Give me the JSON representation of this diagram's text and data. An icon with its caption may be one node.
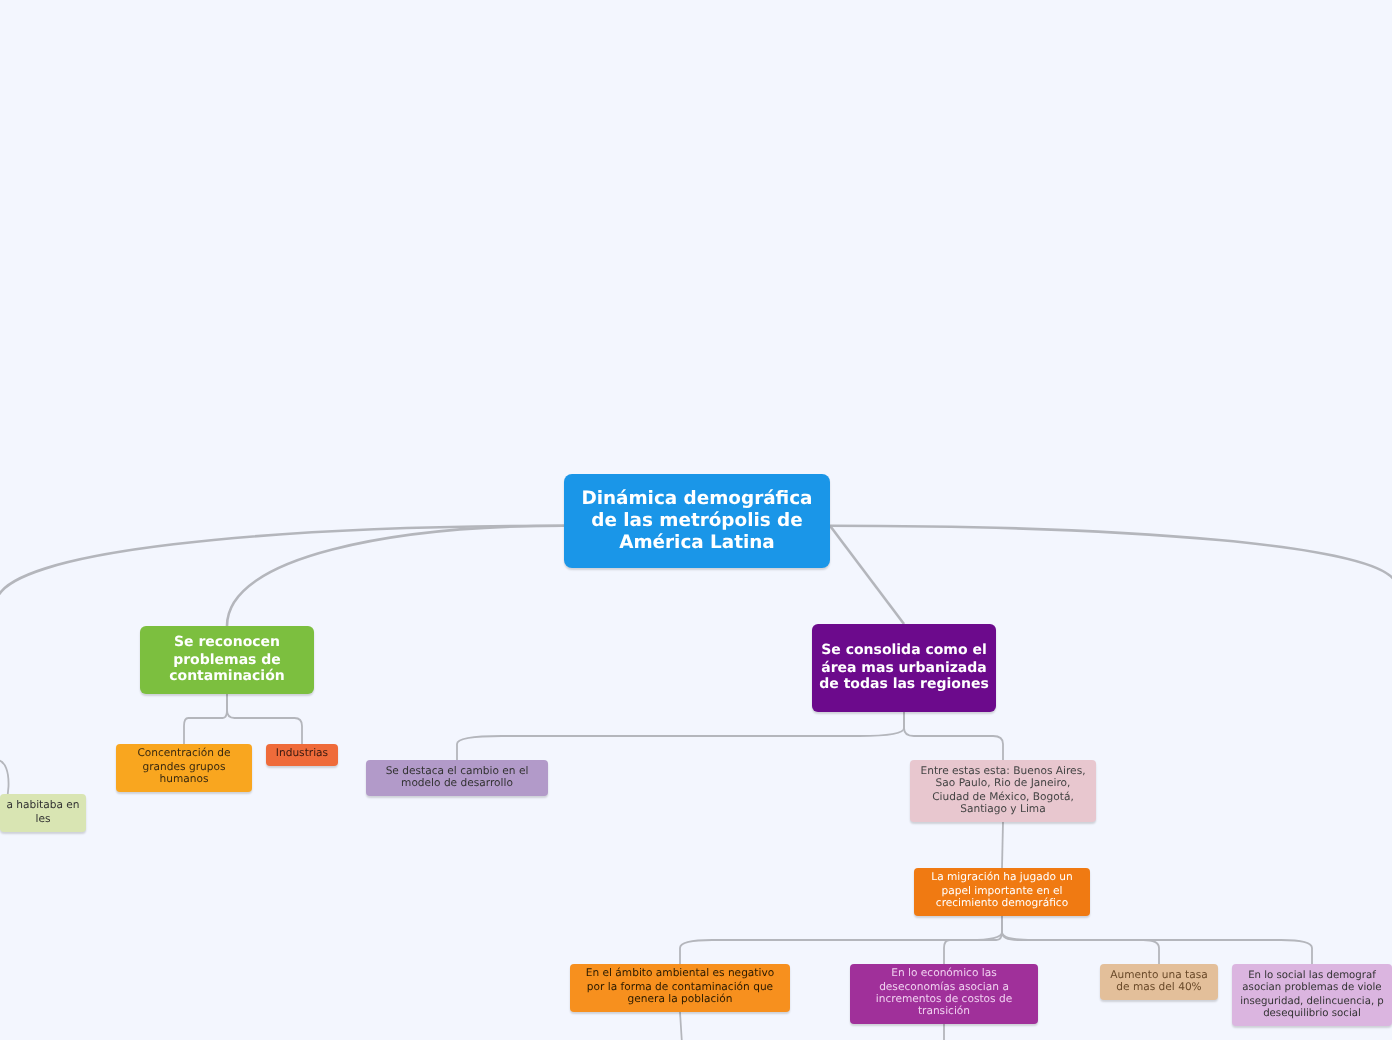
{
  "diagram": {
    "nodes": [
      {
        "text": [
          "Dinámica demográfica de las metrópolis de América Latina"
        ]
      },
      {
        "text": [
          "Se reconocen problemas de contaminación"
        ]
      },
      {
        "text": [
          "Concentración de grandes grupos humanos"
        ]
      },
      {
        "text": [
          "Industrias"
        ]
      },
      {
        "text": [
          "a habitaba en les"
        ]
      },
      {
        "text": [
          "Se consolida como el área mas urbanizada de todas las regiones"
        ]
      },
      {
        "text": [
          "Se destaca el cambio en el modelo de desarrollo"
        ]
      },
      {
        "text": [
          "Entre estas esta: Buenos Aires, Sao Paulo, Rio de Janeiro, Ciudad de México, Bogotá, Santiago y Lima"
        ]
      },
      {
        "text": [
          "La migración ha jugado un papel importante en el crecimiento demográfico"
        ]
      },
      {
        "text": [
          "En el ámbito ambiental es negativo por la forma de contaminación que genera la población"
        ]
      },
      {
        "text": [
          "En lo económico las deseconomías asocian a incrementos de costos de transición"
        ]
      },
      {
        "text": [
          "Aumento una tasa de mas del 40%"
        ]
      },
      {
        "text": [
          "En lo social las demograf asocian problemas de viole inseguridad, delincuencia, p desequilibrio social"
        ]
      }
    ],
    "edges": [
      {
        "from": 0,
        "to": 1,
        "arrow": "none"
      },
      {
        "from": 1,
        "to": 2,
        "arrow": "none"
      },
      {
        "from": 1,
        "to": 3,
        "arrow": "none"
      },
      {
        "from": 0,
        "to": 5,
        "arrow": "none"
      },
      {
        "from": 5,
        "to": 6,
        "arrow": "none"
      },
      {
        "from": 5,
        "to": 7,
        "arrow": "none"
      },
      {
        "from": 7,
        "to": 8,
        "arrow": "none"
      },
      {
        "from": 8,
        "to": 9,
        "arrow": "none"
      },
      {
        "from": 8,
        "to": 10,
        "arrow": "none"
      },
      {
        "from": 8,
        "to": 11,
        "arrow": "none"
      },
      {
        "from": 8,
        "to": 12,
        "arrow": "none"
      },
      {
        "from": 0,
        "to": null,
        "arrow": "none"
      },
      {
        "from": 0,
        "to": null,
        "arrow": "none"
      },
      {
        "from": null,
        "to": 4,
        "arrow": "none"
      },
      {
        "from": 9,
        "to": null,
        "arrow": "none"
      },
      {
        "from": 10,
        "to": null,
        "arrow": "none"
      }
    ]
  }
}
